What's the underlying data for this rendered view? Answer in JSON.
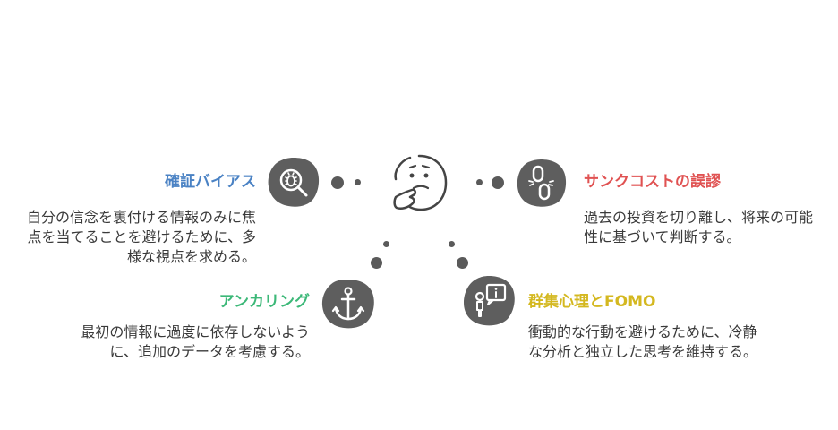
{
  "center_icon": "thinking-face-icon",
  "items": {
    "confirmation_bias": {
      "title": "確証バイアス",
      "desc": "自分の信念を裏付ける情報のみに焦点を当てることを避けるために、多様な視点を求める。",
      "icon": "bug-magnifier-icon",
      "color": "#4a82c4"
    },
    "sunk_cost": {
      "title": "サンクコストの誤謬",
      "desc": "過去の投資を切り離し、将来の可能性に基づいて判断する。",
      "icon": "broken-link-icon",
      "color": "#e05252"
    },
    "anchoring": {
      "title": "アンカリング",
      "desc": "最初の情報に過度に依存しないように、追加のデータを考慮する。",
      "icon": "anchor-icon",
      "color": "#3cb878"
    },
    "herd_fomo": {
      "title": "群集心理とFOMO",
      "desc": "衝動的な行動を避けるために、冷静な分析と独立した思考を維持する。",
      "icon": "person-info-icon",
      "color": "#d4b820"
    }
  }
}
